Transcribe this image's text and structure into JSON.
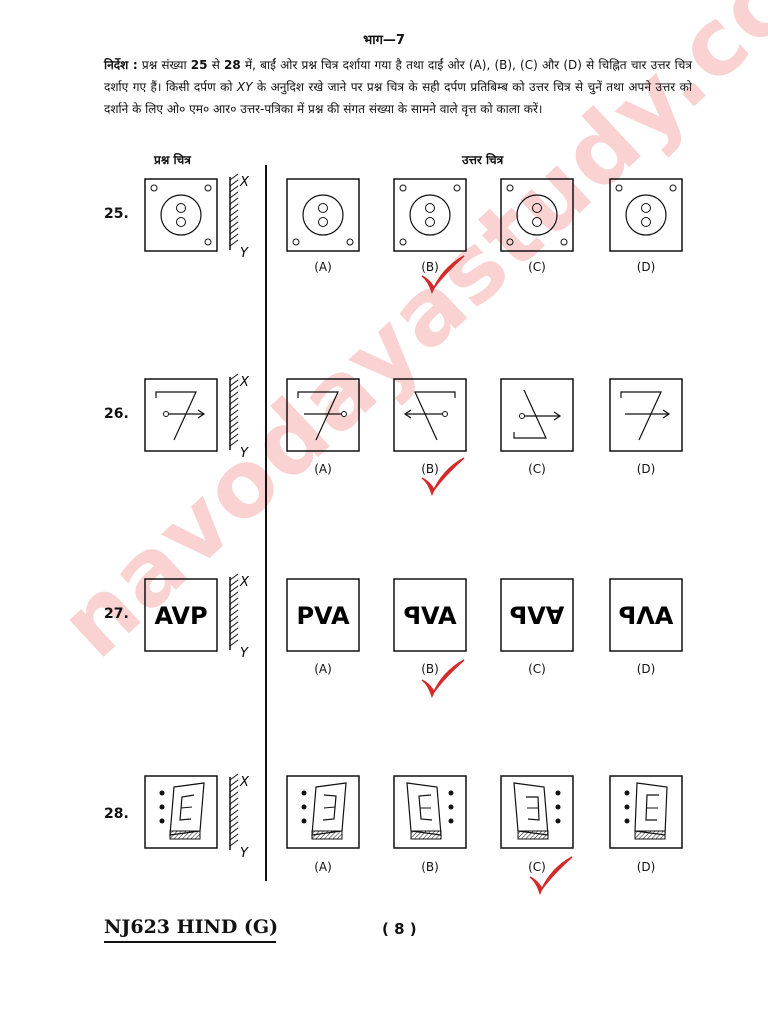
{
  "header": {
    "section": "भाग—7"
  },
  "instructions": {
    "label": "निर्देश :",
    "part1": "प्रश्न संख्या",
    "q_from": "25",
    "part2": "से",
    "q_to": "28",
    "part3": "में, बाईं ओर प्रश्न चित्र दर्शाया गया है तथा दाईं ओर (A), (B), (C) और (D) से चिह्नित चार उत्तर चित्र दर्शाए गए हैं। किसी दर्पण को",
    "mirror": "XY",
    "part4": "के अनुदिश रखे जाने पर प्रश्न चित्र के सही दर्पण प्रतिबिम्ब को उत्तर चित्र से चुनें तथा अपने उत्तर को दर्शाने के लिए ओ० एम० आर० उत्तर-पत्रिका में प्रश्न की संगत संख्या के सामने वाले वृत्त को काला करें।"
  },
  "columns": {
    "question": "प्रश्न चित्र",
    "answer": "उत्तर चित्र"
  },
  "mirror_labels": {
    "top": "X",
    "bottom": "Y"
  },
  "option_labels": [
    "(A)",
    "(B)",
    "(C)",
    "(D)"
  ],
  "questions": [
    {
      "number": "25.",
      "marked": 1
    },
    {
      "number": "26.",
      "marked": 1
    },
    {
      "number": "27.",
      "marked": 1,
      "question_text": "AVP",
      "options": [
        "PVA",
        "ꟼVA",
        "ꟼV∀",
        "ꟼΛA"
      ]
    },
    {
      "number": "28.",
      "marked": 2
    }
  ],
  "footer": {
    "code": "NJ623 HIND (G)",
    "page": "( 8 )"
  },
  "watermark": "navodayastudy.com",
  "colors": {
    "ink": "#111111",
    "tick": "#d42a2a",
    "watermark": "#e63232"
  }
}
